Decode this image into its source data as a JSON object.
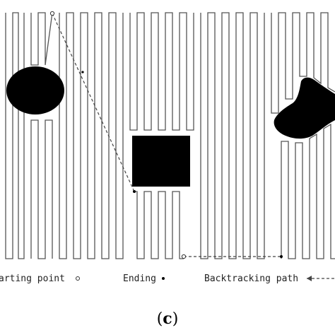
{
  "figure": {
    "caption": {
      "open": "(",
      "letter": "c",
      "close": ")"
    },
    "legend": {
      "start_label": "arting point",
      "end_label": "Ending",
      "backtrack_label": "Backtracking path"
    },
    "colors": {
      "path": "#555555",
      "obstacle": "#000000",
      "backtrack": "#444444",
      "background": "#ffffff"
    },
    "obstacles": [
      {
        "shape": "ellipse",
        "name": "left-ellipse"
      },
      {
        "shape": "rectangle",
        "name": "center-square"
      },
      {
        "shape": "irregular",
        "name": "right-blob"
      }
    ]
  }
}
